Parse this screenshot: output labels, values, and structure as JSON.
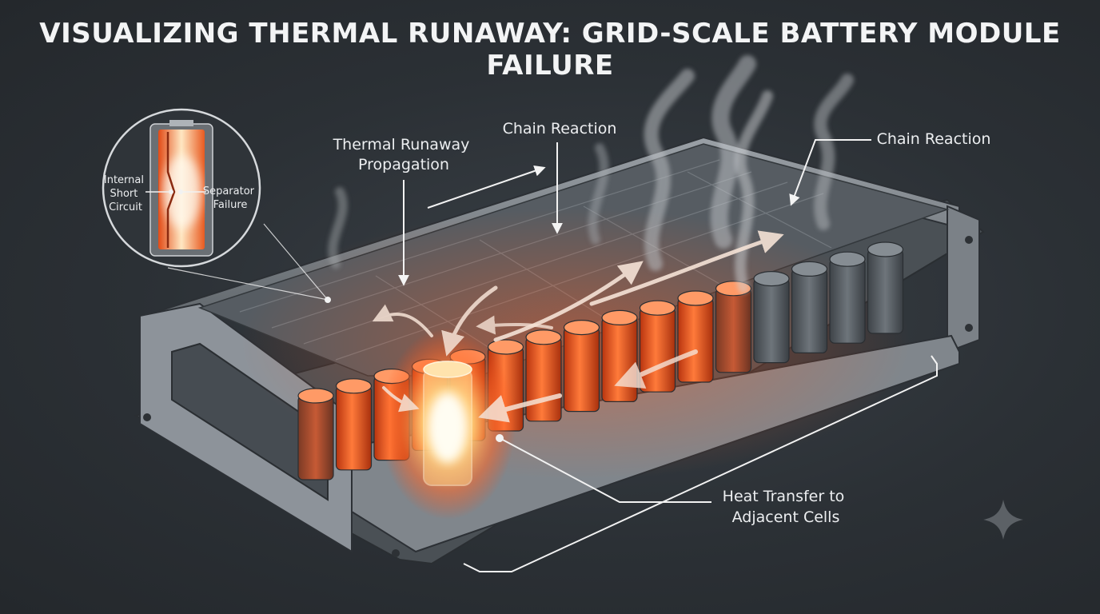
{
  "title": "VISUALIZING THERMAL RUNAWAY: GRID-SCALE BATTERY MODULE FAILURE",
  "inset": {
    "left_label": [
      "Internal",
      "Short",
      "Circuit"
    ],
    "right_label": [
      "Separator",
      "Failure"
    ]
  },
  "labels": {
    "propagation": [
      "Thermal Runaway",
      "Propagation"
    ],
    "chain_reaction_center": "Chain Reaction",
    "chain_reaction_right": "Chain Reaction",
    "heat_transfer": [
      "Heat Transfer to",
      "Adjacent Cells"
    ]
  },
  "colors": {
    "background": "#2b3035",
    "hot": "#ff6a2a",
    "core": "#fff6d0",
    "cool_cell": "#5b6166",
    "casing": "#8a9096"
  },
  "icons": [
    "sparkle-icon"
  ]
}
